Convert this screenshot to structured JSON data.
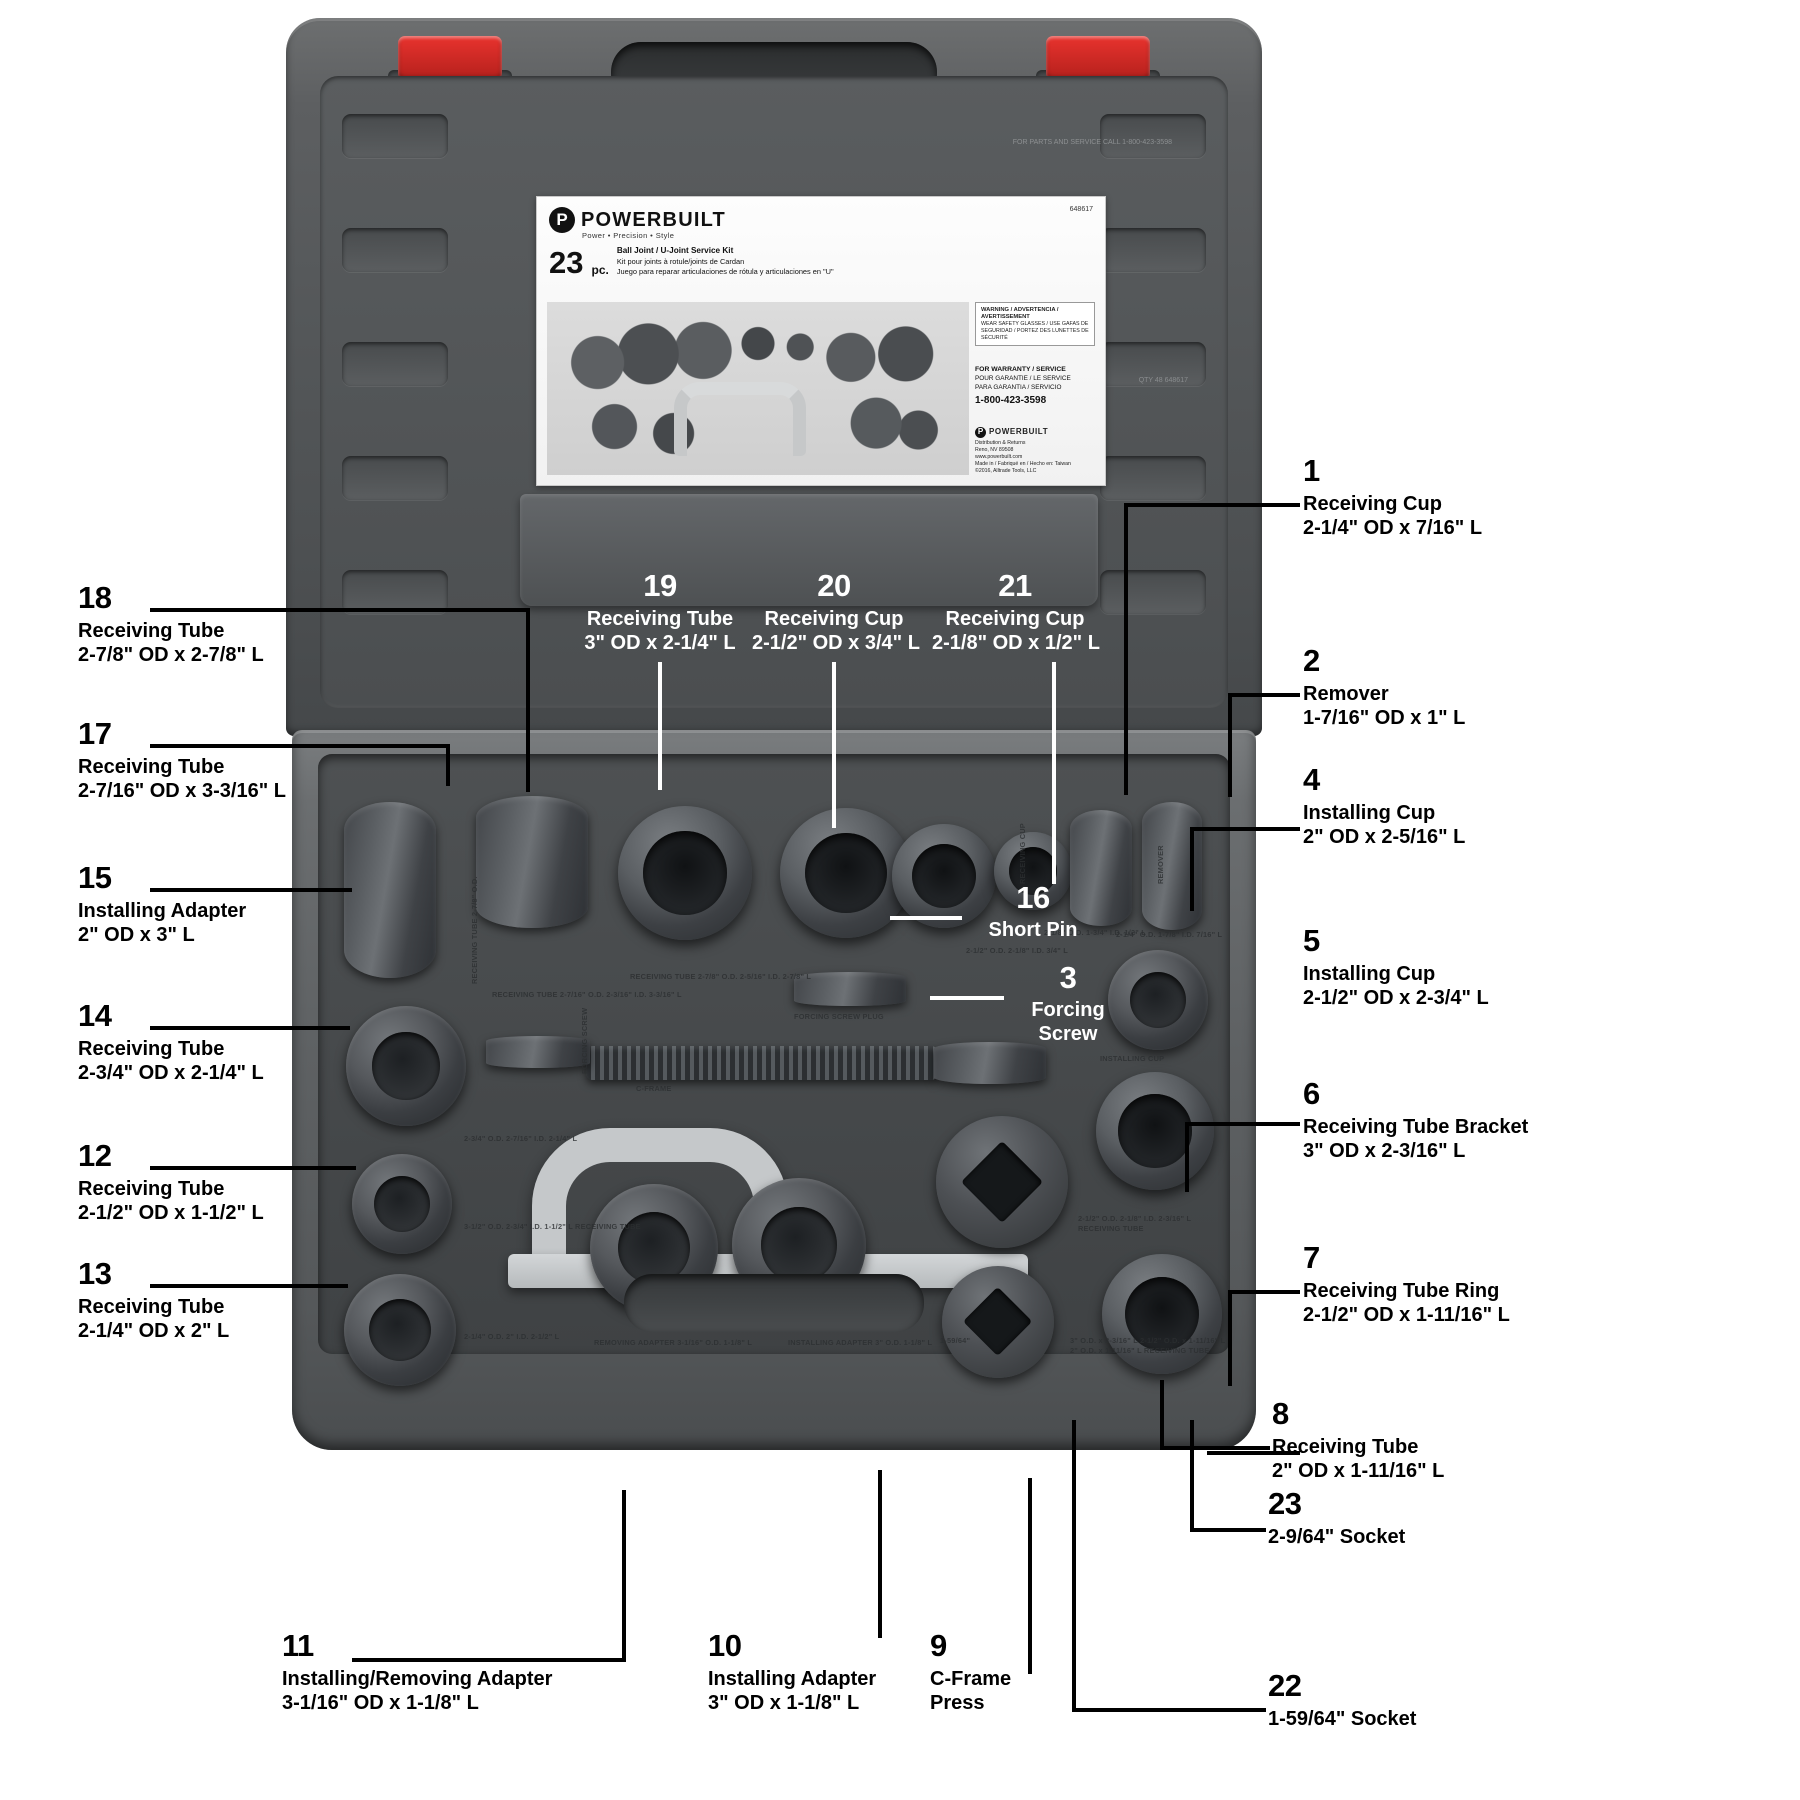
{
  "product": {
    "brand": "POWERBUILT",
    "brand_reg": "®",
    "tagline": "Power • Precision • Style",
    "sku": "648617",
    "piece_count": "23",
    "piece_unit": "pc.",
    "title_en": "Ball Joint / U-Joint Service Kit",
    "title_fr": "Kit pour joints à rotule/joints de Cardan",
    "title_es": "Juego para reparar articulaciones de rótula y articulaciones en \"U\"",
    "warning_title": "WARNING / ADVERTENCIA / AVERTISSEMENT",
    "warning_body": "WEAR SAFETY GLASSES / USE GAFAS DE SEGURIDAD / PORTEZ DES LUNETTES DE SÉCURITÉ",
    "service_title": "FOR WARRANTY / SERVICE",
    "service_fr": "POUR GARANTIE / LE SERVICE",
    "service_es": "PARA GARANTIA / SERVICIO",
    "service_phone": "1-800-423-3598",
    "distributor_title": "Distribution & Returns",
    "distributor_addr": "Reno, NV 89508",
    "distributor_web": "www.powerbuilt.com",
    "made_in": "Made in / Fabriqué en / Hecho en: Taiwan",
    "copyright": "©2016, Alltrade Tools, LLC",
    "lid_note_parts": "FOR PARTS AND SERVICE CALL 1-800-423-3598",
    "lid_note_side": "QTY 48  648617"
  },
  "callouts": [
    {
      "num": "1",
      "line1": "Receiving Cup",
      "line2": "2-1/4\" OD x 7/16\" L"
    },
    {
      "num": "2",
      "line1": "Remover",
      "line2": "1-7/16\" OD x 1\" L"
    },
    {
      "num": "3",
      "line1": "Forcing",
      "line2": "Screw"
    },
    {
      "num": "4",
      "line1": "Installing Cup",
      "line2": "2\" OD x 2-5/16\" L"
    },
    {
      "num": "5",
      "line1": "Installing Cup",
      "line2": "2-1/2\" OD x 2-3/4\" L"
    },
    {
      "num": "6",
      "line1": "Receiving Tube Bracket",
      "line2": "3\" OD x 2-3/16\" L"
    },
    {
      "num": "7",
      "line1": "Receiving Tube Ring",
      "line2": "2-1/2\" OD x 1-11/16\" L"
    },
    {
      "num": "8",
      "line1": "Receiving Tube",
      "line2": "2\" OD x 1-11/16\" L"
    },
    {
      "num": "9",
      "line1": "C-Frame",
      "line2": "Press"
    },
    {
      "num": "10",
      "line1": "Installing Adapter",
      "line2": "3\" OD x 1-1/8\" L"
    },
    {
      "num": "11",
      "line1": "Installing/Removing Adapter",
      "line2": "3-1/16\" OD x 1-1/8\" L"
    },
    {
      "num": "12",
      "line1": "Receiving Tube",
      "line2": "2-1/2\" OD x 1-1/2\" L"
    },
    {
      "num": "13",
      "line1": "Receiving Tube",
      "line2": "2-1/4\" OD x 2\" L"
    },
    {
      "num": "14",
      "line1": "Receiving Tube",
      "line2": "2-3/4\" OD x 2-1/4\" L"
    },
    {
      "num": "15",
      "line1": "Installing Adapter",
      "line2": "2\" OD x 3\" L"
    },
    {
      "num": "16",
      "line1": "Short Pin",
      "line2": ""
    },
    {
      "num": "17",
      "line1": "Receiving Tube",
      "line2": "2-7/16\" OD x 3-3/16\" L"
    },
    {
      "num": "18",
      "line1": "Receiving Tube",
      "line2": "2-7/8\" OD x 2-7/8\" L"
    },
    {
      "num": "19",
      "line1": "Receiving Tube",
      "line2": "3\" OD x 2-1/4\" L"
    },
    {
      "num": "20",
      "line1": "Receiving Cup",
      "line2": "2-1/2\" OD x 3/4\" L"
    },
    {
      "num": "21",
      "line1": "Receiving Cup",
      "line2": "2-1/8\" OD x 1/2\" L"
    },
    {
      "num": "22",
      "line1": "1-59/64\" Socket",
      "line2": ""
    },
    {
      "num": "23",
      "line1": "2-9/64\" Socket",
      "line2": ""
    }
  ],
  "engravings": {
    "e1": "RECEIVING TUBE 2-7/8\" O.D.",
    "e2": "RECEIVING TUBE 2-7/16\" O.D. 2-3/16\" I.D. 3-3/16\" L",
    "e3": "RECEIVING TUBE 2-7/8\" O.D. 2-5/16\" I.D. 2-7/8\" L",
    "e4": "FORCING SCREW",
    "e5": "FORCING SCREW PLUG",
    "e6": "RECEIVING CUP",
    "e7": "REMOVER",
    "e8": "INSTALLING CUP",
    "e9": "C-FRAME",
    "e10": "RECEIVING TUBE",
    "e11": "REMOVING ADAPTER 3-1/16\" O.D. 1-1/8\" L",
    "e12": "INSTALLING ADAPTER 3\" O.D. 1-1/8\" L",
    "e13": "2-1/2\" O.D. 2-1/8\" I.D. 3/4\" L",
    "e14": "2-1/8\" O.D. 1-3/4\" I.D. 1/2\" L",
    "e15": "2-1/4\" O.D. 1-7/8\" I.D. 7/16\" L",
    "e16": "2\" O.D. 1-3/4\" I.D. 2-5/16\" L",
    "e17": "2-1/2\" O.D. 2-1/8\" I.D. 2-3/16\" L  RECEIVING TUBE",
    "e18": "3-1/2\" O.D. 2-3/4\" I.D. 1-1/2\" L  RECEIVING TUBE",
    "e19": "2-3/4\" O.D. 2-7/16\" I.D. 2-1/4\" L",
    "e20": "2-1/4\" O.D. 2\" I.D. 2-1/2\" L",
    "e21": "3\" O.D. x 2-3/16\" L   2-1/2\" O.D. x 1-11/16\" L   2\" O.D. x 1-11/16\" L   RECEIVING TUBE",
    "e22": "1-59/64\"",
    "e23": "2-1/2\" O.D. 2-1/8\" I.D. 3/8\" L"
  }
}
